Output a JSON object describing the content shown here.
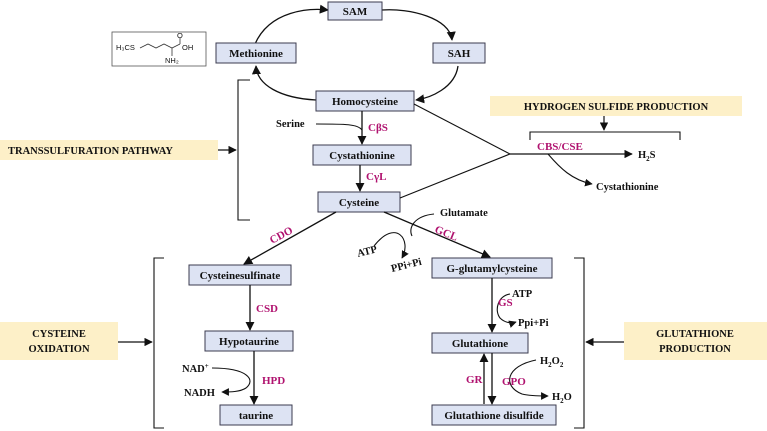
{
  "metabolites": {
    "sam": "SAM",
    "sah": "SAH",
    "methionine": "Methionine",
    "homocysteine": "Homocysteine",
    "cystathionine": "Cystathionine",
    "cysteine": "Cysteine",
    "cysteinesulfinate": "Cysteinesulfinate",
    "hypotaurine": "Hypotaurine",
    "taurine": "taurine",
    "g_glutamylcysteine": "G-glutamylcysteine",
    "glutathione": "Glutathione",
    "glutathione_disulfide": "Glutathione disulfide"
  },
  "enzymes": {
    "cbs": "CβS",
    "cgl": "CγL",
    "cbs_cse": "CBS/CSE",
    "cdo": "CDO",
    "gcl": "GCL",
    "csd": "CSD",
    "hpd": "HPD",
    "gs": "GS",
    "gr": "GR",
    "gpo": "GPO"
  },
  "cofactors": {
    "serine": "Serine",
    "h2s_h": "H",
    "h2s_2": "2",
    "h2s_s": "S",
    "cystathionine_out": "Cystathionine",
    "glutamate": "Glutamate",
    "atp_left": "ATP",
    "ppi_left": "PPi+Pi",
    "atp_gs": "ATP",
    "ppi_gs": "Ppi+Pi",
    "nad_plus": "NAD",
    "nad_sup": "+",
    "nadh": "NADH",
    "h2o2_h": "H",
    "h2o2_2": "2",
    "h2o2_o": "O",
    "h2o2_2b": "2",
    "h2o_h": "H",
    "h2o_2": "2",
    "h2o_o": "O"
  },
  "categories": {
    "hydrogen_sulfide": "HYDROGEN SULFIDE PRODUCTION",
    "transsulfuration": "TRANSSULFURATION PATHWAY",
    "cysteine_oxidation_1": "CYSTEINE",
    "cysteine_oxidation_2": "OXIDATION",
    "glutathione_production_1": "GLUTATHIONE",
    "glutathione_production_2": "PRODUCTION"
  },
  "structure": {
    "left_group": "H₃CS",
    "acid": "OH",
    "carbonyl": "O",
    "amine": "NH₂"
  },
  "colors": {
    "box_fill": "#dde3f3",
    "box_stroke": "#3b3b4f",
    "enzyme": "#b0126f",
    "category_fill": "#fdf0c8"
  }
}
